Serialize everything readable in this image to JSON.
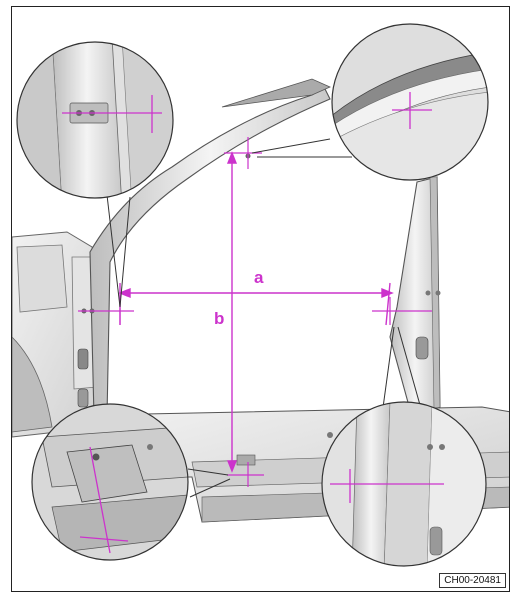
{
  "dimensions": {
    "a": "a",
    "b": "b"
  },
  "figure_code": "CH00-20481",
  "colors": {
    "dimension": "#cc33cc",
    "body_light": "#ececec",
    "body_mid": "#d4d4d4",
    "body_dark": "#9a9a9a",
    "outline": "#555555"
  }
}
